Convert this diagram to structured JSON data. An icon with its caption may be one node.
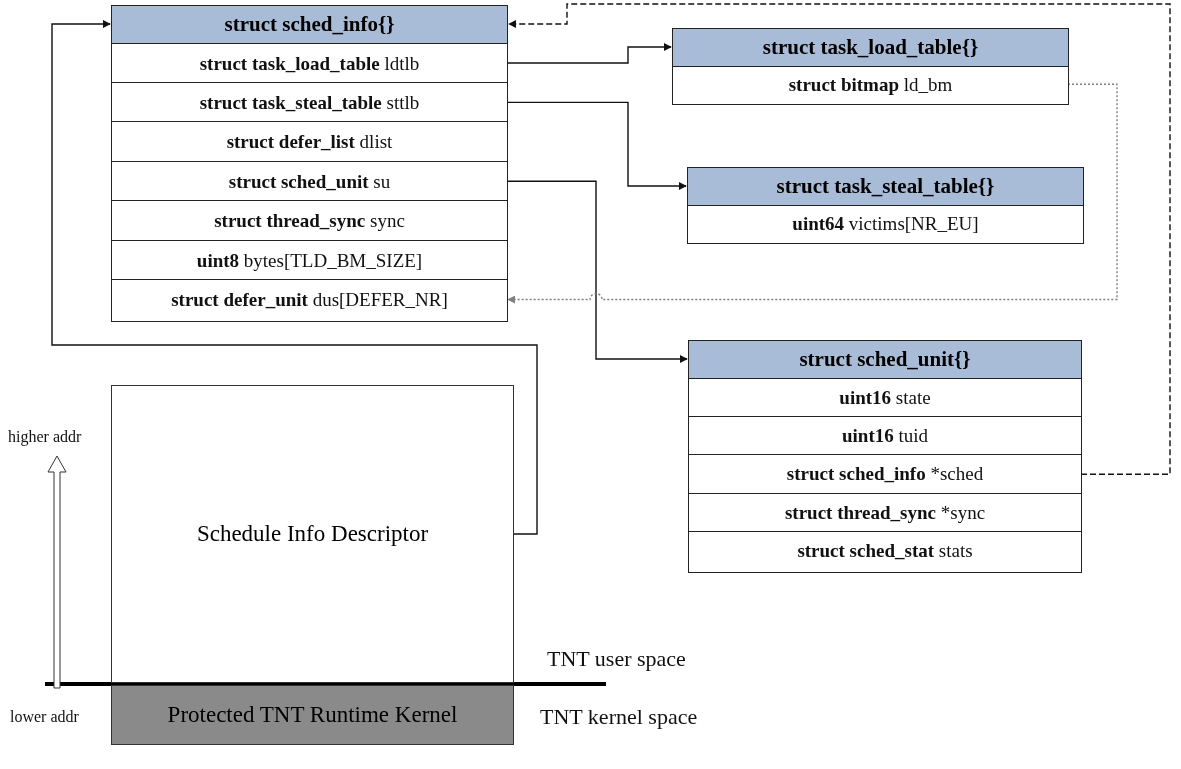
{
  "diagram": {
    "nodes": [
      {
        "text": [
          "struct sched_info{}"
        ]
      },
      {
        "text": [
          "**struct task_load_table** ldtlb"
        ],
        "in": 0
      },
      {
        "text": [
          "**struct task_steal_table** sttlb"
        ],
        "in": 0
      },
      {
        "text": [
          "**struct defer_list** dlist"
        ],
        "in": 0
      },
      {
        "text": [
          "**struct sched_unit** su"
        ],
        "in": 0
      },
      {
        "text": [
          "**struct thread_sync** sync"
        ],
        "in": 0
      },
      {
        "text": [
          "**uint8** bytes[TLD_BM_SIZE]"
        ],
        "in": 0
      },
      {
        "text": [
          "**struct defer_unit** dus[DEFER_NR]"
        ],
        "in": 0
      },
      {
        "text": [
          "struct task_load_table{}"
        ]
      },
      {
        "text": [
          "**struct bitmap** ld_bm"
        ],
        "in": 8
      },
      {
        "text": [
          "struct task_steal_table{}"
        ]
      },
      {
        "text": [
          "**uint64** victims[NR_EU]"
        ],
        "in": 10
      },
      {
        "text": [
          "struct sched_unit{}"
        ]
      },
      {
        "text": [
          "**uint16** state"
        ],
        "in": 12
      },
      {
        "text": [
          "**uint16** tuid"
        ],
        "in": 12
      },
      {
        "text": [
          "**struct sched_info** *sched"
        ],
        "in": 12
      },
      {
        "text": [
          "**struct thread_sync** *sync"
        ],
        "in": 12
      },
      {
        "text": [
          "**struct sched_stat** stats"
        ],
        "in": 12
      },
      {
        "text": [
          "Schedule Info Descriptor"
        ]
      },
      {
        "text": [
          "Protected TNT Runtime Kernel"
        ]
      }
    ],
    "edges": [
      {
        "from": 1,
        "to": 8,
        "arrow": "to"
      },
      {
        "from": 2,
        "to": 10,
        "arrow": "to"
      },
      {
        "from": 4,
        "to": 12,
        "arrow": "to"
      },
      {
        "from": 9,
        "to": 7,
        "arrow": "to",
        "style": "dashed",
        "color": "#808080"
      },
      {
        "from": 15,
        "to": 0,
        "arrow": "to",
        "style": "dashed"
      },
      {
        "from": 18,
        "to": 0,
        "arrow": "to"
      }
    ],
    "labels": [
      "higher addr",
      "lower addr",
      "TNT user space",
      "TNT kernel space"
    ]
  }
}
